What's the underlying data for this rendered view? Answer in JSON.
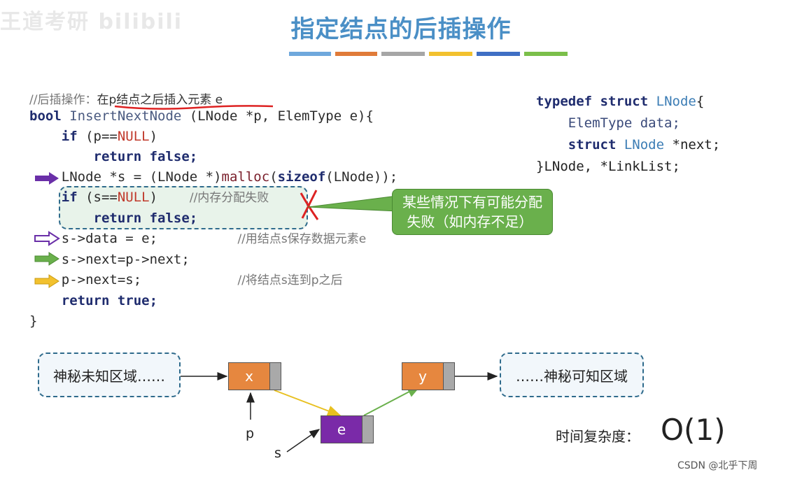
{
  "watermark": "王道考研 bilibili",
  "title": "指定结点的后插操作",
  "color_strip": [
    "#6fa8dc",
    "#e07b39",
    "#a6a6a6",
    "#f2c12e",
    "#3f6fc4",
    "#7bbf4a"
  ],
  "code": {
    "comment_top_prefix": "//后插操作：",
    "comment_top_text": "在p结点之后插入元素 e",
    "sig_bool": "bool",
    "sig_fn": " InsertNextNode ",
    "sig_rest": "(LNode *p, ElemType e){",
    "if1_kw": "if",
    "if1_a": " (p==",
    "null": "NULL",
    "if1_b": ")",
    "ret_kw": "return",
    "ret_false": " false;",
    "malloc_a": "LNode *s = (LNode *)",
    "malloc_fn": "malloc",
    "malloc_b": "(",
    "sizeof": "sizeof",
    "malloc_c": "(LNode));",
    "if2_a": " (s==",
    "if2_b": ")",
    "if2_comment": "//内存分配失败",
    "line_data": "s->data = e;",
    "line_data_comment": "//用结点s保存数据元素e",
    "line_next": "s->next=p->next;",
    "line_link": "p->next=s;",
    "line_link_comment": "//将结点s连到p之后",
    "ret_true": " true;",
    "close": "}"
  },
  "struct": {
    "typedef": "typedef",
    "struct": "struct",
    "lnode": "LNode",
    "open": "{",
    "elem_type": "ElemType data;",
    "next_kw": "struct",
    "next_rest": " *next;",
    "close": "}LNode, *LinkList;"
  },
  "callout": "某些情况下有可能分配\n 失败（如内存不足）",
  "diagram": {
    "left_region": "神秘未知区域……",
    "right_region": "……神秘可知区域",
    "node_x": "x",
    "node_y": "y",
    "node_e": "e",
    "label_p": "p",
    "label_s": "s",
    "colors": {
      "x": "#e6873f",
      "y": "#e6873f",
      "e": "#7a2aa8"
    }
  },
  "complexity_label": "时间复杂度：",
  "complexity_value": "O(1)",
  "csdn": "CSDN @北乎下周"
}
